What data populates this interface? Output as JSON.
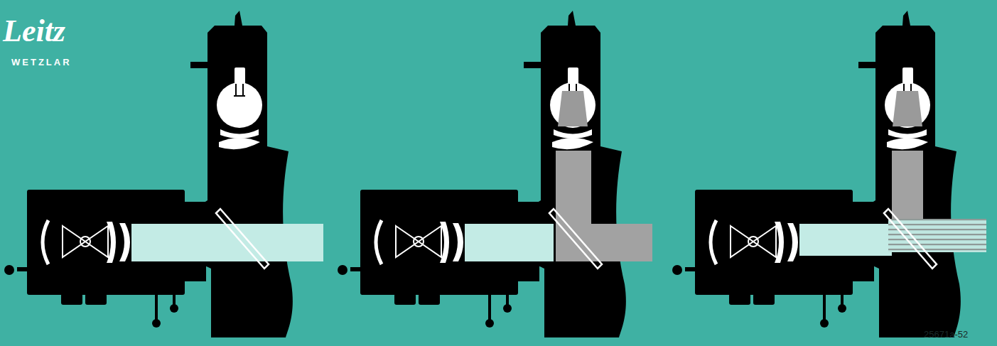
{
  "diagram": {
    "labels": [
      "Leitz",
      "WETZLAR",
      "25671a-52"
    ]
  }
}
